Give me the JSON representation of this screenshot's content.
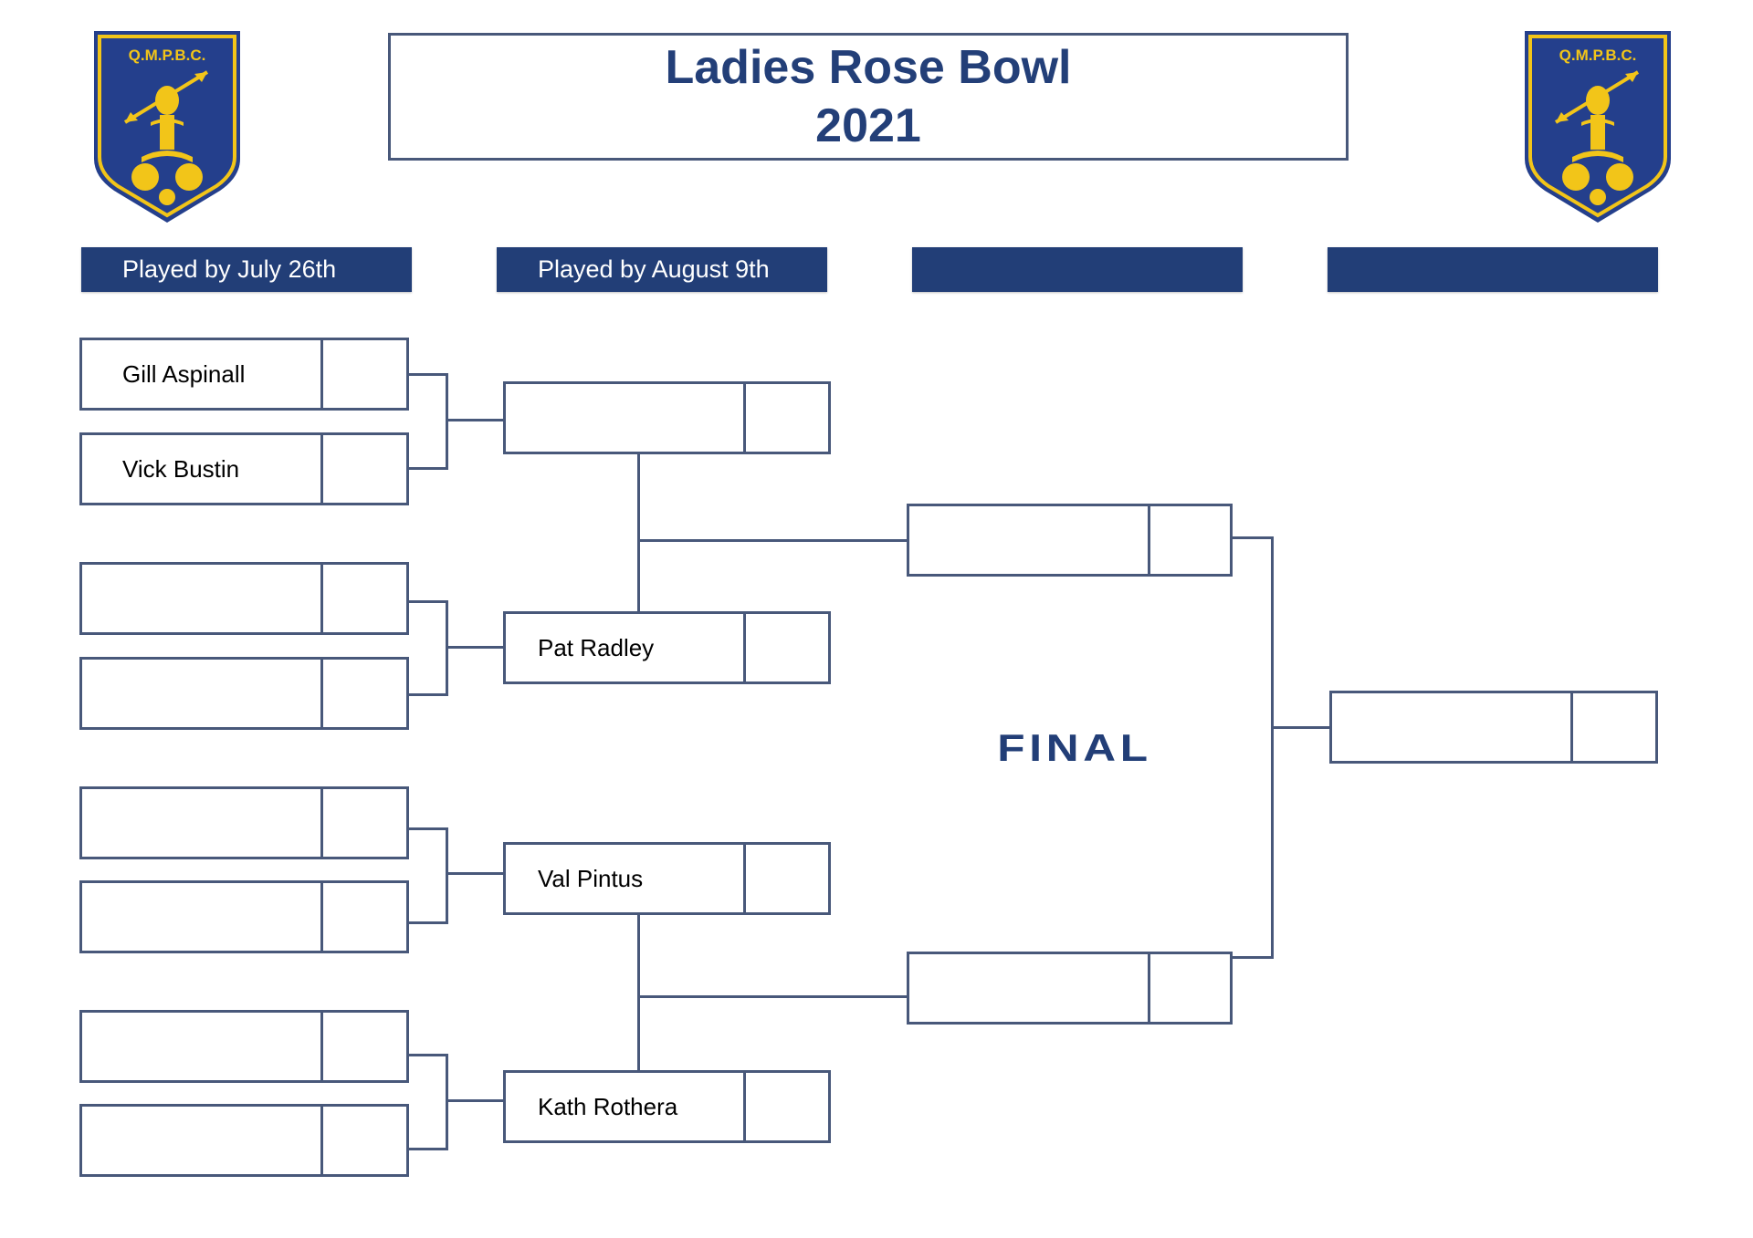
{
  "title": {
    "line1": "Ladies Rose Bowl",
    "line2": "2021"
  },
  "crest": {
    "text": "Q.M.P.B.C.",
    "colors": {
      "field": "#243f8c",
      "gold": "#f2c519"
    }
  },
  "column_headers": [
    {
      "label": "Played by July 26th"
    },
    {
      "label": "Played by August 9th"
    },
    {
      "label": ""
    },
    {
      "label": ""
    }
  ],
  "rounds": {
    "round1": [
      {
        "name": "Gill Aspinall",
        "score": ""
      },
      {
        "name": "Vick Bustin",
        "score": ""
      },
      {
        "name": "",
        "score": ""
      },
      {
        "name": "",
        "score": ""
      },
      {
        "name": "",
        "score": ""
      },
      {
        "name": "",
        "score": ""
      },
      {
        "name": "",
        "score": ""
      },
      {
        "name": "",
        "score": ""
      }
    ],
    "round2": [
      {
        "name": "",
        "score": ""
      },
      {
        "name": "Pat Radley",
        "score": ""
      },
      {
        "name": "Val Pintus",
        "score": ""
      },
      {
        "name": "Kath Rothera",
        "score": ""
      }
    ],
    "semifinal": [
      {
        "name": "",
        "score": ""
      },
      {
        "name": "",
        "score": ""
      }
    ],
    "winner": {
      "name": "",
      "score": ""
    }
  },
  "final_label": "FINAL",
  "colors": {
    "navy": "#223e77",
    "line": "#48587a",
    "title": "#233f78"
  }
}
